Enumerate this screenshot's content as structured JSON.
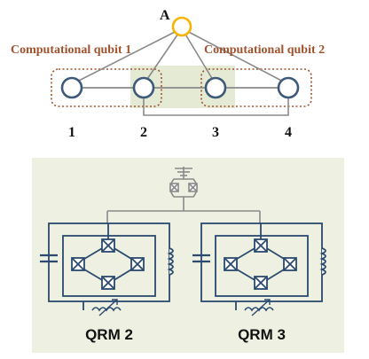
{
  "top": {
    "ancilla_label": "A",
    "computational_qubit_1": "Computational qubit 1",
    "computational_qubit_2": "Computational qubit 2",
    "qubit_numbers": [
      "1",
      "2",
      "3",
      "4"
    ]
  },
  "bottom": {
    "qrm_left_label": "QRM 2",
    "qrm_right_label": "QRM 3"
  },
  "colors": {
    "qubit_stroke": "#3d5a7a",
    "ancilla_stroke": "#f5b400",
    "label_brown": "#a0522d",
    "highlight_green": "#e4ead3",
    "panel_bg": "#eef1e2",
    "circuit_blue": "#2b4a6f",
    "coupler_gray": "#8a8a8a"
  }
}
